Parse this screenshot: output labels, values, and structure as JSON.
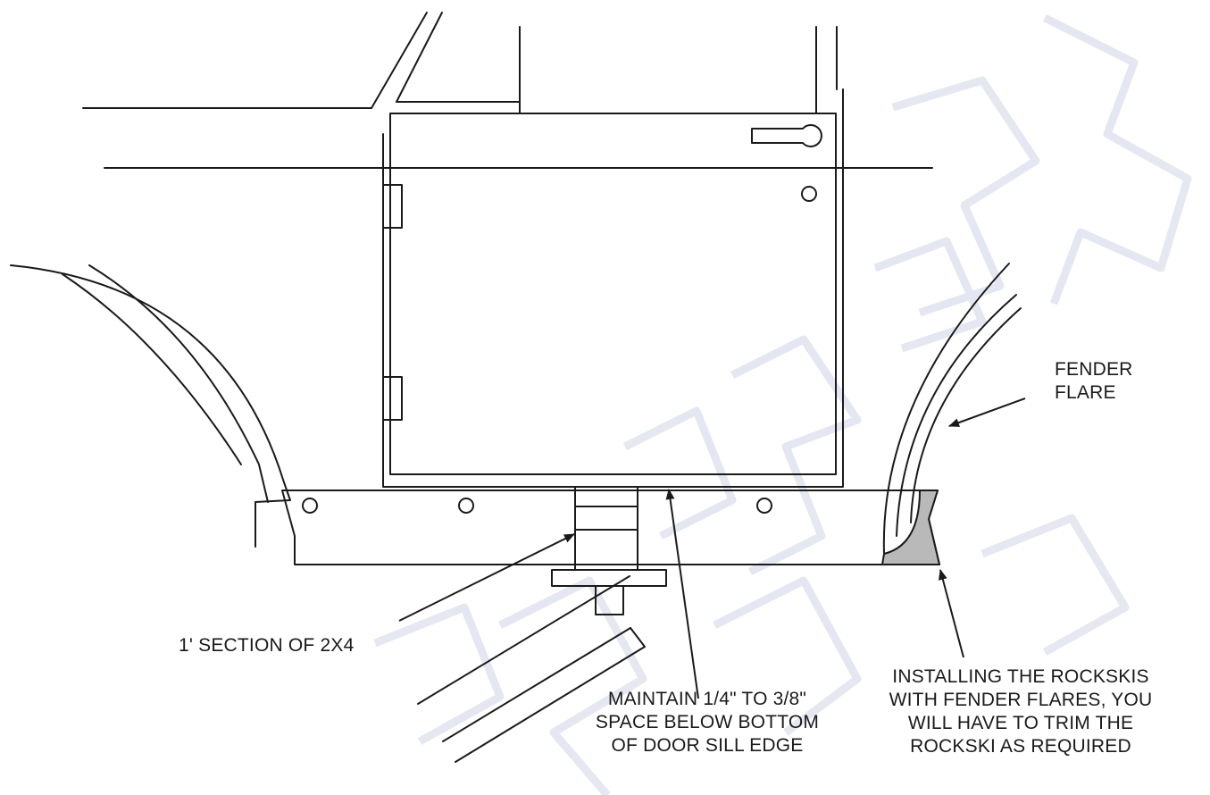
{
  "labels": {
    "fender_flare": [
      "FENDER",
      "FLARE"
    ],
    "section_2x4": "1' SECTION OF 2X4",
    "maintain_space": [
      "MAINTAIN 1/4\" TO 3/8\"",
      "SPACE BELOW BOTTOM",
      "OF DOOR SILL EDGE"
    ],
    "installing_note": [
      "INSTALLING THE ROCKSKIS",
      "WITH FENDER FLARES, YOU",
      "WILL HAVE TO TRIM THE",
      "ROCKSKI AS REQUIRED"
    ]
  },
  "colors": {
    "line": "#1a1a1a",
    "watermark": "#cfd4e6",
    "trim_area": "#b9b9b9"
  }
}
